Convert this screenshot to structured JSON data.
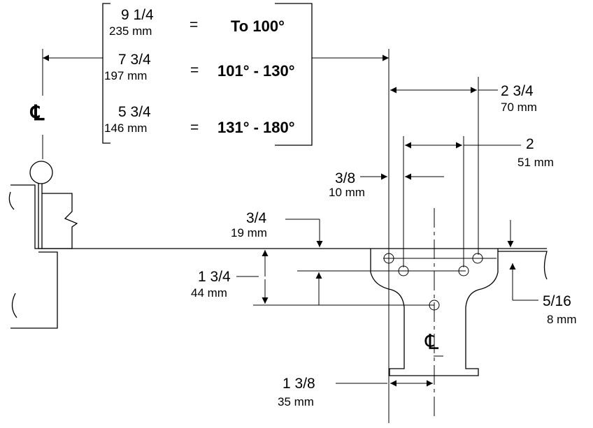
{
  "table": {
    "rows": [
      {
        "inch": "9 1/4",
        "mm": "235 mm",
        "eq": "=",
        "angle": "To 100°"
      },
      {
        "inch": "7 3/4",
        "mm": "197 mm",
        "eq": "=",
        "angle": "101° - 130°"
      },
      {
        "inch": "5 3/4",
        "mm": "146 mm",
        "eq": "=",
        "angle": "131° - 180°"
      }
    ]
  },
  "centerline_symbol": "℄",
  "dimensions": {
    "d_2_3_4": {
      "inch": "2 3/4",
      "mm": "70 mm"
    },
    "d_2": {
      "inch": "2",
      "mm": "51 mm"
    },
    "d_3_8": {
      "inch": "3/8",
      "mm": "10 mm"
    },
    "d_3_4": {
      "inch": "3/4",
      "mm": "19 mm"
    },
    "d_1_3_4": {
      "inch": "1 3/4",
      "mm": "44 mm"
    },
    "d_5_16": {
      "inch": "5/16",
      "mm": "8 mm"
    },
    "d_1_3_8": {
      "inch": "1 3/8",
      "mm": "35 mm"
    }
  },
  "part_centerline_symbol": "℄"
}
